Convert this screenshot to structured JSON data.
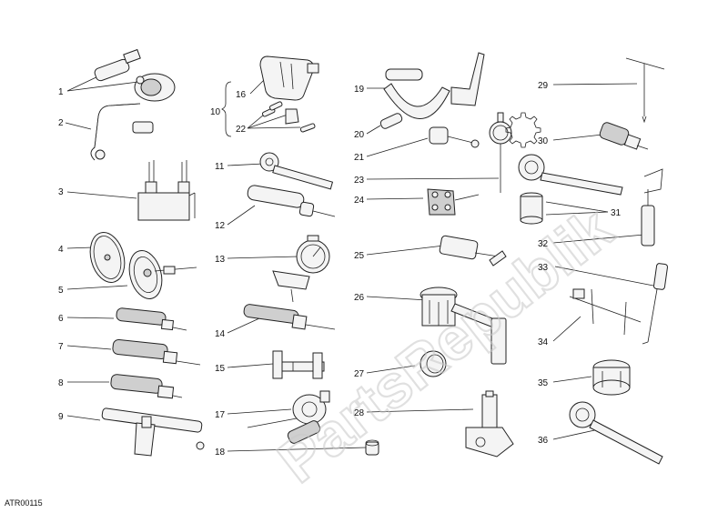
{
  "diagram": {
    "watermark": "PartsRepublik",
    "code": "ATR00115",
    "callouts": [
      {
        "id": "c1",
        "label": "1"
      },
      {
        "id": "c2",
        "label": "2"
      },
      {
        "id": "c3",
        "label": "3"
      },
      {
        "id": "c4",
        "label": "4"
      },
      {
        "id": "c5",
        "label": "5"
      },
      {
        "id": "c6",
        "label": "6"
      },
      {
        "id": "c7",
        "label": "7"
      },
      {
        "id": "c8",
        "label": "8"
      },
      {
        "id": "c9",
        "label": "9"
      },
      {
        "id": "c10",
        "label": "10"
      },
      {
        "id": "c11",
        "label": "11"
      },
      {
        "id": "c12",
        "label": "12"
      },
      {
        "id": "c13",
        "label": "13"
      },
      {
        "id": "c14",
        "label": "14"
      },
      {
        "id": "c15",
        "label": "15"
      },
      {
        "id": "c16",
        "label": "16"
      },
      {
        "id": "c17",
        "label": "17"
      },
      {
        "id": "c18",
        "label": "18"
      },
      {
        "id": "c19",
        "label": "19"
      },
      {
        "id": "c20",
        "label": "20"
      },
      {
        "id": "c21",
        "label": "21"
      },
      {
        "id": "c22",
        "label": "22"
      },
      {
        "id": "c23",
        "label": "23"
      },
      {
        "id": "c24",
        "label": "24"
      },
      {
        "id": "c25",
        "label": "25"
      },
      {
        "id": "c26",
        "label": "26"
      },
      {
        "id": "c27",
        "label": "27"
      },
      {
        "id": "c28",
        "label": "28"
      },
      {
        "id": "c29",
        "label": "29"
      },
      {
        "id": "c30",
        "label": "30"
      },
      {
        "id": "c31",
        "label": "31"
      },
      {
        "id": "c32",
        "label": "32"
      },
      {
        "id": "c33",
        "label": "33"
      },
      {
        "id": "c34",
        "label": "34"
      },
      {
        "id": "c35",
        "label": "35"
      },
      {
        "id": "c36",
        "label": "36"
      }
    ]
  }
}
